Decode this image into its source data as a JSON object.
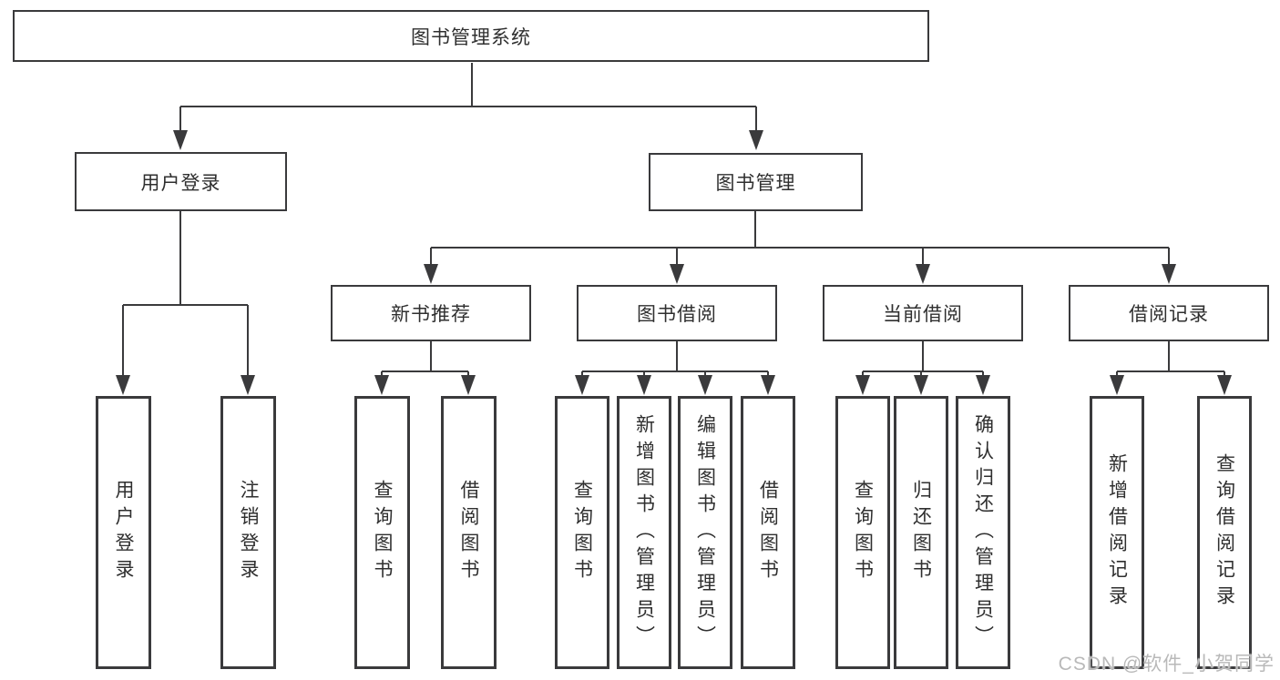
{
  "diagram": {
    "title": "图书管理系统",
    "root": {
      "label": "图书管理系统"
    },
    "level2": [
      {
        "label": "用户登录"
      },
      {
        "label": "图书管理"
      }
    ],
    "level3": [
      {
        "label": "新书推荐"
      },
      {
        "label": "图书借阅"
      },
      {
        "label": "当前借阅"
      },
      {
        "label": "借阅记录"
      }
    ],
    "leaves": {
      "user_login": [
        "用户登录",
        "注销登录"
      ],
      "new_book_recommend": [
        "查询图书",
        "借阅图书"
      ],
      "book_borrow": [
        "查询图书",
        "新增图书（管理员）",
        "编辑图书（管理员）",
        "借阅图书"
      ],
      "current_borrow": [
        "查询图书",
        "归还图书",
        "确认归还（管理员）"
      ],
      "borrow_records": [
        "新增借阅记录",
        "查询借阅记录"
      ]
    }
  },
  "watermark": {
    "text": "CSDN @软件_小贺同学"
  },
  "colors": {
    "line": "#3a3a3c",
    "text": "#2f2f2f",
    "background": "#ffffff",
    "watermark": "#b9b9b9"
  }
}
